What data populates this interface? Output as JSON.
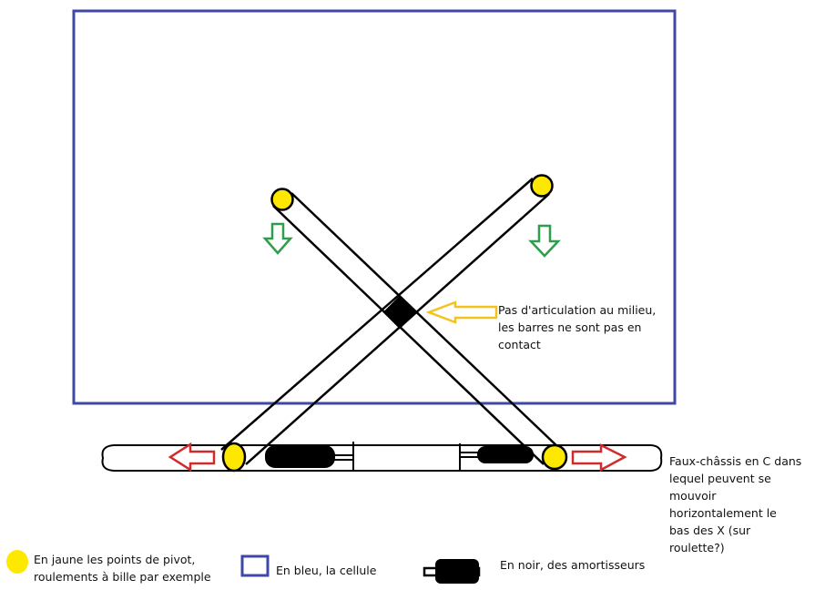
{
  "colors": {
    "cell_border": "#3f48a6",
    "pivot_fill": "#ffe800",
    "outline": "#000000",
    "load_arrow": "#2e9e4a",
    "center_arrow": "#f5c21b",
    "move_arrow": "#d12a2a",
    "background": "#ffffff"
  },
  "annotations": {
    "center_note": [
      "Pas d'articulation au milieu,",
      "les barres ne sont pas en",
      "contact"
    ],
    "chassis_note": [
      "Faux-châssis en C dans",
      "lequel peuvent se",
      "mouvoir",
      "horizontalement le",
      "bas des X (sur",
      "roulette?)"
    ]
  },
  "legend": {
    "pivot": [
      "En jaune les points de pivot,",
      "roulements à bille par exemple"
    ],
    "cell": "En bleu, la cellule",
    "damper": "En noir, des amortisseurs"
  },
  "icons": {
    "load": "arrow-down-icon",
    "center": "arrow-left-icon",
    "move_left": "arrow-left-icon",
    "move_right": "arrow-right-icon"
  }
}
